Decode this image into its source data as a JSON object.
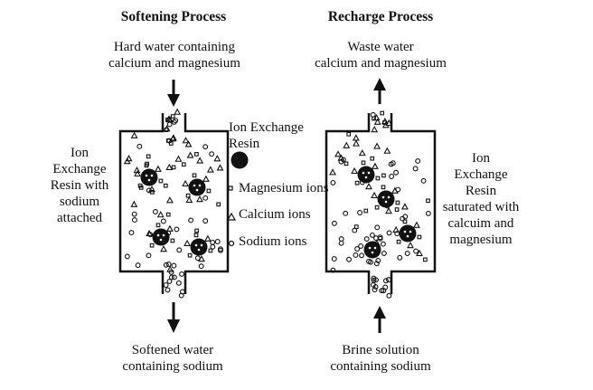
{
  "softening": {
    "title": "Softening Process",
    "input_label": [
      "Hard water containing",
      "calcium and magnesium"
    ],
    "output_label": [
      "Softened water",
      "containing sodium"
    ],
    "side_label": [
      "Ion",
      "Exchange",
      "Resin with",
      "sodium",
      "attached"
    ]
  },
  "recharge": {
    "title": "Recharge Process",
    "output_label": [
      "Waste water",
      "calcium and magnesium"
    ],
    "input_label": [
      "Brine solution",
      "containing sodium"
    ],
    "side_label": [
      "Ion",
      "Exchange",
      "Resin",
      "saturated with",
      "calcuim and",
      "magnesium"
    ]
  },
  "legend": {
    "resin": [
      "Ion Exchange",
      "Resin"
    ],
    "magnesium": "Magnesium ions",
    "calcium": "Calcium ions",
    "sodium": "Sodium ions",
    "icons": {
      "resin": "black-circle-icon",
      "magnesium": "small-square-icon",
      "calcium": "small-triangle-icon",
      "sodium": "small-circle-icon"
    }
  },
  "colors": {
    "ink": "#111111",
    "background": "#ffffff"
  }
}
